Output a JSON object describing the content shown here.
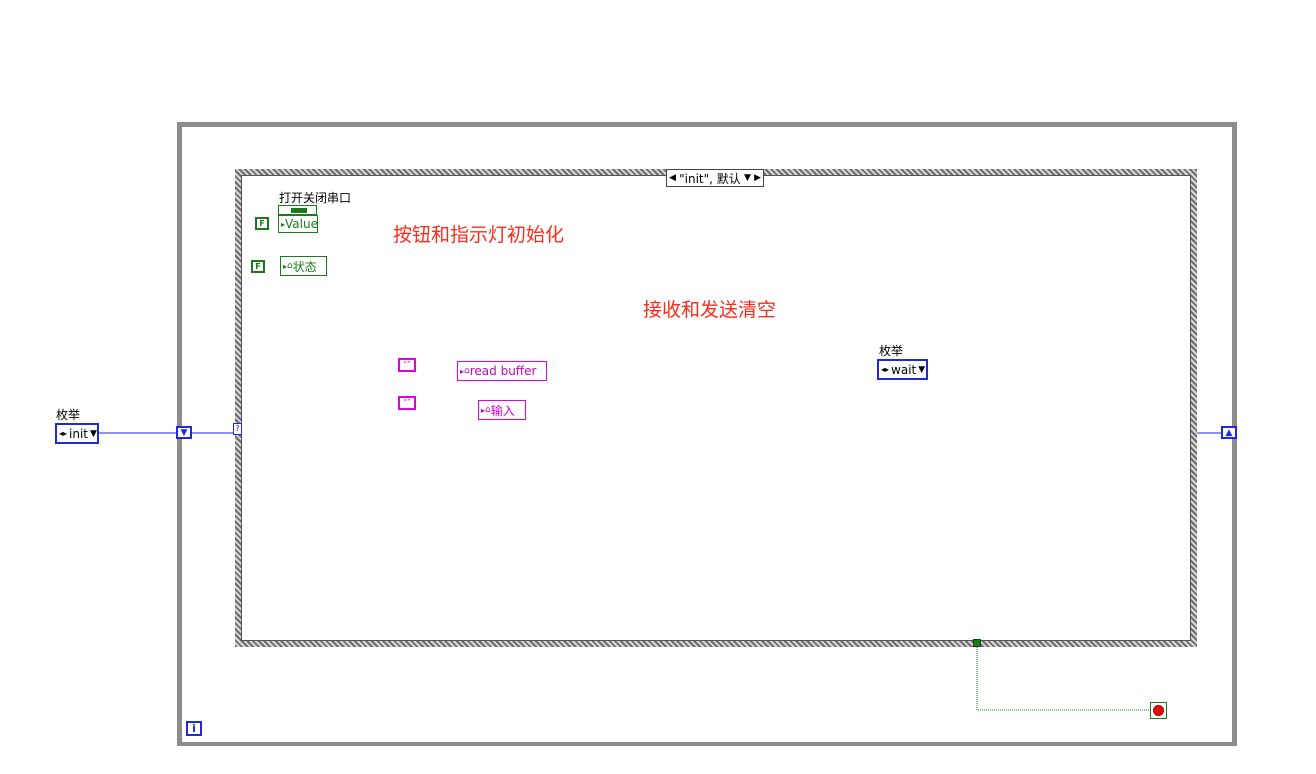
{
  "case_structure": {
    "selector_label": "\"init\", 默认",
    "left_arrow": "◀",
    "right_arrow": "▶",
    "dropdown_arrow": "▼"
  },
  "enum_input": {
    "label": "枚举",
    "value": "init"
  },
  "enum_output": {
    "label": "枚举",
    "value": "wait"
  },
  "button_node": {
    "title": "打开关闭串口",
    "property": "Value",
    "constant": "F"
  },
  "indicator_node": {
    "property": "状态",
    "constant": "F"
  },
  "read_buffer_node": {
    "property": "read buffer",
    "constant": "“”"
  },
  "input_node": {
    "property": "输入",
    "constant": "“”"
  },
  "loop": {
    "iteration_label": "i"
  },
  "annotations": {
    "init_note": "按钮和指示灯初始化",
    "clear_note": "接收和发送清空"
  },
  "colors": {
    "enum_wire": "#1f2ad6",
    "bool_wire": "#1b7a1b",
    "string_wire": "#e000e0",
    "annotation": "#ff2a1a",
    "frame": "#8c8c8c"
  }
}
